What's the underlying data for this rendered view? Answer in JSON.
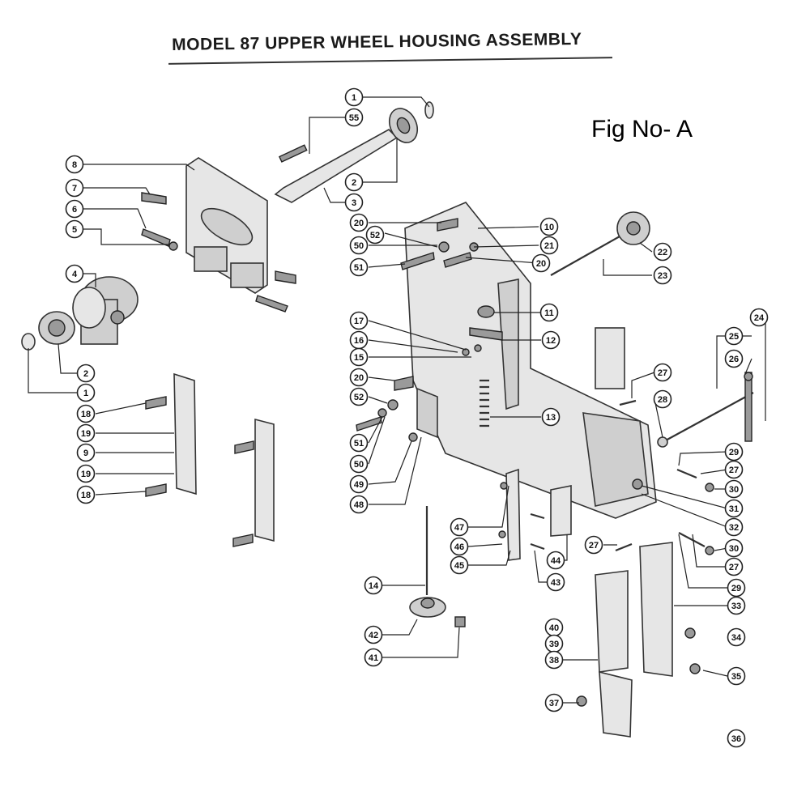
{
  "title": "MODEL 87 UPPER WHEEL HOUSING ASSEMBLY",
  "figure_label": "Fig No- A",
  "callouts": [
    {
      "number": "1"
    },
    {
      "number": "55"
    },
    {
      "number": "2"
    },
    {
      "number": "3"
    },
    {
      "number": "8"
    },
    {
      "number": "7"
    },
    {
      "number": "6"
    },
    {
      "number": "5"
    },
    {
      "number": "4"
    },
    {
      "number": "2"
    },
    {
      "number": "1"
    },
    {
      "number": "18"
    },
    {
      "number": "19"
    },
    {
      "number": "9"
    },
    {
      "number": "19"
    },
    {
      "number": "18"
    },
    {
      "number": "20"
    },
    {
      "number": "52"
    },
    {
      "number": "50"
    },
    {
      "number": "51"
    },
    {
      "number": "10"
    },
    {
      "number": "21"
    },
    {
      "number": "20"
    },
    {
      "number": "22"
    },
    {
      "number": "23"
    },
    {
      "number": "11"
    },
    {
      "number": "17"
    },
    {
      "number": "12"
    },
    {
      "number": "16"
    },
    {
      "number": "15"
    },
    {
      "number": "20"
    },
    {
      "number": "52"
    },
    {
      "number": "13"
    },
    {
      "number": "51"
    },
    {
      "number": "50"
    },
    {
      "number": "49"
    },
    {
      "number": "48"
    },
    {
      "number": "24"
    },
    {
      "number": "25"
    },
    {
      "number": "26"
    },
    {
      "number": "27"
    },
    {
      "number": "28"
    },
    {
      "number": "29"
    },
    {
      "number": "27"
    },
    {
      "number": "30"
    },
    {
      "number": "31"
    },
    {
      "number": "32"
    },
    {
      "number": "30"
    },
    {
      "number": "27"
    },
    {
      "number": "29"
    },
    {
      "number": "33"
    },
    {
      "number": "34"
    },
    {
      "number": "35"
    },
    {
      "number": "36"
    },
    {
      "number": "47"
    },
    {
      "number": "46"
    },
    {
      "number": "45"
    },
    {
      "number": "44"
    },
    {
      "number": "43"
    },
    {
      "number": "27"
    },
    {
      "number": "14"
    },
    {
      "number": "42"
    },
    {
      "number": "41"
    },
    {
      "number": "40"
    },
    {
      "number": "39"
    },
    {
      "number": "38"
    },
    {
      "number": "37"
    }
  ]
}
